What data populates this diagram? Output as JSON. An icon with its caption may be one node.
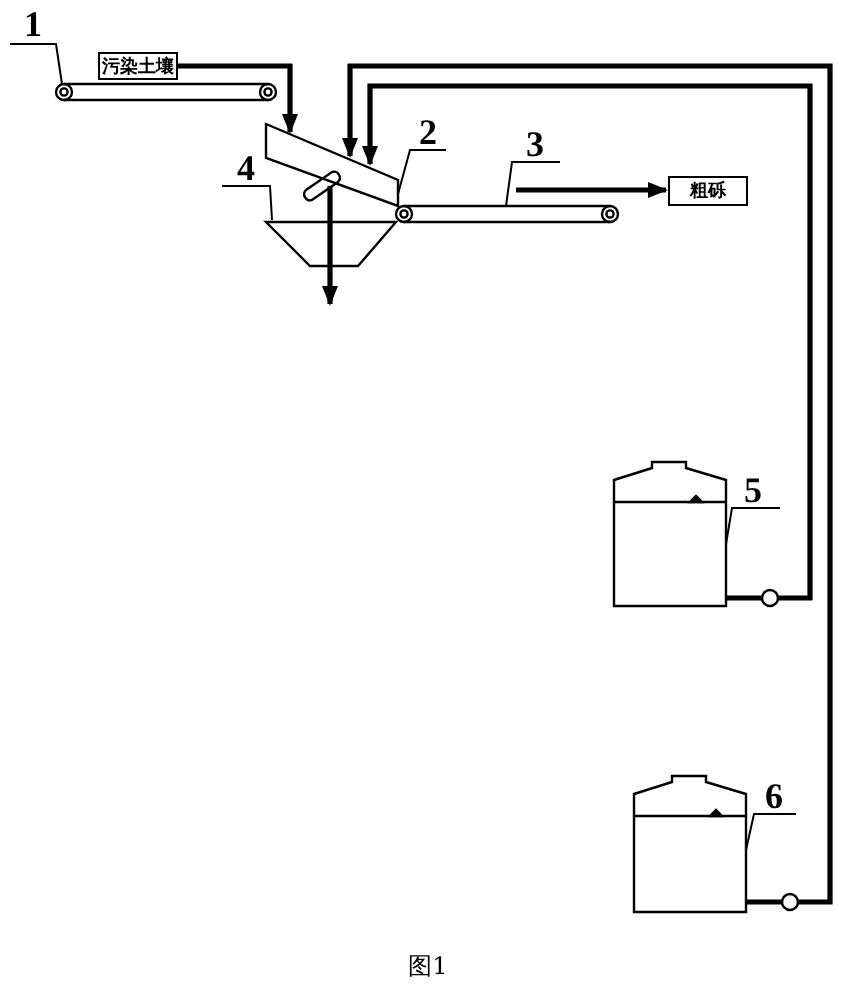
{
  "diagram": {
    "caption": "图1",
    "nodes": [
      {
        "text": [
          "1"
        ]
      },
      {
        "text": [
          "污染土壤"
        ]
      },
      {
        "text": [
          "2"
        ]
      },
      {
        "text": [
          "3"
        ]
      },
      {
        "text": [
          "粗砾"
        ]
      },
      {
        "text": [
          "4"
        ]
      },
      {
        "text": [
          "5"
        ]
      },
      {
        "text": [
          "6"
        ]
      },
      {
        "text": [],
        "shape": "conveyor"
      },
      {
        "text": [],
        "shape": "box"
      },
      {
        "text": [],
        "shape": "conveyor"
      },
      {
        "text": [],
        "shape": "trapezoid"
      },
      {
        "text": [],
        "shape": "tank"
      },
      {
        "text": [],
        "shape": "tank"
      }
    ],
    "edges": [
      {
        "from": 0,
        "to": 8,
        "arrow": "none"
      },
      {
        "from": 1,
        "to": 9,
        "arrow": "to",
        "style": "thick"
      },
      {
        "from": 2,
        "to": 9,
        "arrow": "none"
      },
      {
        "from": 3,
        "to": 10,
        "arrow": "none"
      },
      {
        "from": 10,
        "to": 4,
        "arrow": "to",
        "style": "thick"
      },
      {
        "from": 5,
        "to": 11,
        "arrow": "none"
      },
      {
        "from": 9,
        "to": 11,
        "arrow": "none",
        "style": "thick"
      },
      {
        "from": 12,
        "to": 9,
        "arrow": "to",
        "style": "thick"
      },
      {
        "from": 13,
        "to": 9,
        "arrow": "to",
        "style": "thick"
      },
      {
        "from": 6,
        "to": 12,
        "arrow": "none"
      },
      {
        "from": 7,
        "to": 13,
        "arrow": "none"
      },
      {
        "from": 11,
        "to": null,
        "arrow": "to",
        "style": "thick"
      }
    ]
  }
}
